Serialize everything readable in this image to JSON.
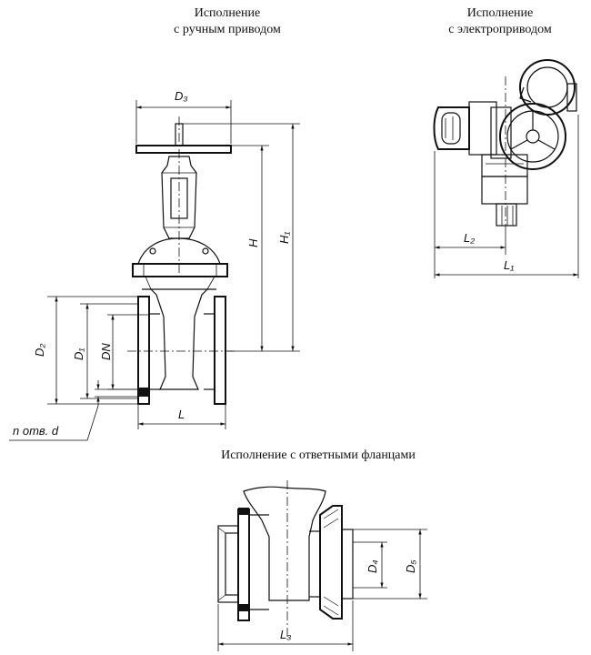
{
  "captions": {
    "manual": [
      "Исполнение",
      "с ручным приводом"
    ],
    "electric": [
      "Исполнение",
      "с электроприводом"
    ],
    "flanges": "Исполнение с ответными фланцами"
  },
  "dims": {
    "d3": "D₃",
    "h": "H",
    "h1": "H₁",
    "d2": "D₂",
    "d1": "D₁",
    "dn": "DN",
    "l": "L",
    "holes": "n отв. d",
    "l2": "L₂",
    "l1": "L₁",
    "d4": "D₄",
    "d5": "D₅",
    "l3": "L₃"
  }
}
